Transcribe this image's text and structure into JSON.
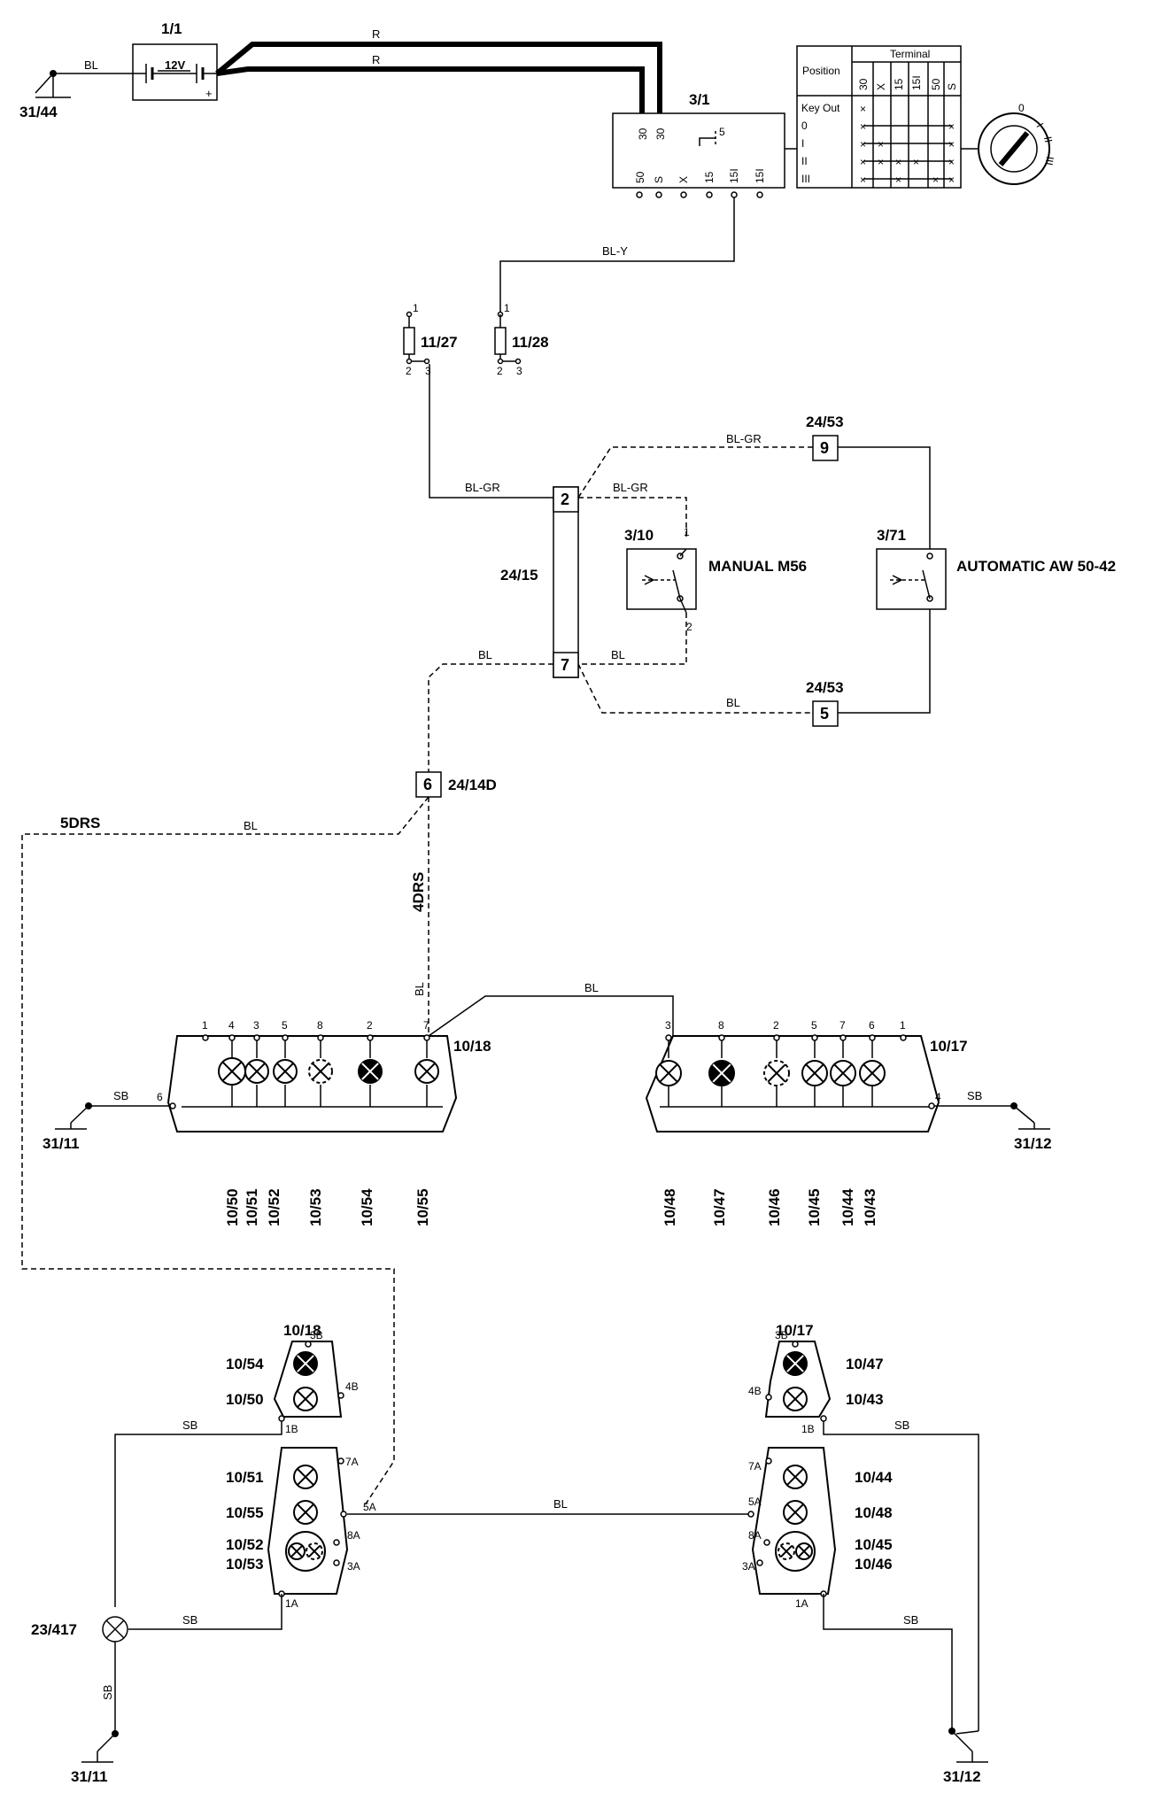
{
  "components": {
    "battery": {
      "id": "1/1",
      "voltage": "12V",
      "plus": "+"
    },
    "ignition_switch": {
      "id": "3/1",
      "terminals": [
        "50",
        "S",
        "X",
        "15",
        "15I",
        "15I"
      ],
      "top_terminals": [
        "30",
        "30"
      ],
      "inner": "5"
    },
    "fuse_a": {
      "id": "11/27",
      "pins": [
        "1",
        "2",
        "3"
      ]
    },
    "fuse_b": {
      "id": "11/28",
      "pins": [
        "1",
        "2",
        "3"
      ]
    },
    "connector_24_15": {
      "id": "24/15",
      "pin_top": "2",
      "pin_bottom": "7"
    },
    "connector_24_53_top": {
      "id": "24/53",
      "pin": "9"
    },
    "connector_24_53_bottom": {
      "id": "24/53",
      "pin": "5"
    },
    "switch_manual": {
      "id": "3/10",
      "label": "MANUAL M56",
      "pins": [
        "1",
        "2"
      ]
    },
    "switch_auto": {
      "id": "3/71",
      "label": "AUTOMATIC AW 50-42"
    },
    "connector_24_14d": {
      "id": "24/14D",
      "pin": "6"
    },
    "lamp_unit_left": {
      "id": "10/18",
      "pins": [
        "1",
        "4",
        "3",
        "5",
        "8",
        "2",
        "7"
      ],
      "ground_pin": "6"
    },
    "lamp_unit_right": {
      "id": "10/17",
      "pins": [
        "3",
        "8",
        "2",
        "5",
        "7",
        "6",
        "1"
      ],
      "ground_pin": "4"
    },
    "splice": {
      "id": "23/417"
    }
  },
  "grounds": [
    "31/44",
    "31/11",
    "31/12",
    "31/11",
    "31/12"
  ],
  "wire_colors": {
    "r": "R",
    "bl": "BL",
    "bly": "BL-Y",
    "blgr": "BL-GR",
    "sb": "SB"
  },
  "variants": {
    "five_door": "5DRS",
    "four_door": "4DRS"
  },
  "left_lamps": [
    "10/50",
    "10/51",
    "10/52",
    "10/53",
    "10/54",
    "10/55"
  ],
  "right_lamps": [
    "10/48",
    "10/47",
    "10/46",
    "10/45",
    "10/44",
    "10/43"
  ],
  "lower_left": {
    "title": "10/18",
    "lamps": [
      "10/54",
      "10/50",
      "10/51",
      "10/55",
      "10/52",
      "10/53"
    ],
    "pins": [
      "3B",
      "4B",
      "1B",
      "7A",
      "5A",
      "8A",
      "3A",
      "1A"
    ]
  },
  "lower_right": {
    "title": "10/17",
    "lamps": [
      "10/47",
      "10/43",
      "10/44",
      "10/48",
      "10/45",
      "10/46"
    ],
    "pins": [
      "3B",
      "4B",
      "1B",
      "7A",
      "5A",
      "8A",
      "3A",
      "1A"
    ]
  },
  "key_table": {
    "header_position": "Position",
    "header_terminal": "Terminal",
    "columns": [
      "30",
      "X",
      "15",
      "15I",
      "50",
      "S"
    ],
    "rows": [
      {
        "label": "Key Out",
        "marks": [
          1,
          0,
          0,
          0,
          0,
          0
        ]
      },
      {
        "label": "0",
        "marks": [
          1,
          0,
          0,
          0,
          0,
          1
        ]
      },
      {
        "label": "I",
        "marks": [
          1,
          1,
          0,
          0,
          0,
          1
        ]
      },
      {
        "label": "II",
        "marks": [
          1,
          1,
          1,
          1,
          0,
          1
        ]
      },
      {
        "label": "III",
        "marks": [
          1,
          0,
          1,
          0,
          1,
          1
        ]
      }
    ],
    "dial_marks": [
      "0",
      "I",
      "II",
      "III"
    ]
  }
}
